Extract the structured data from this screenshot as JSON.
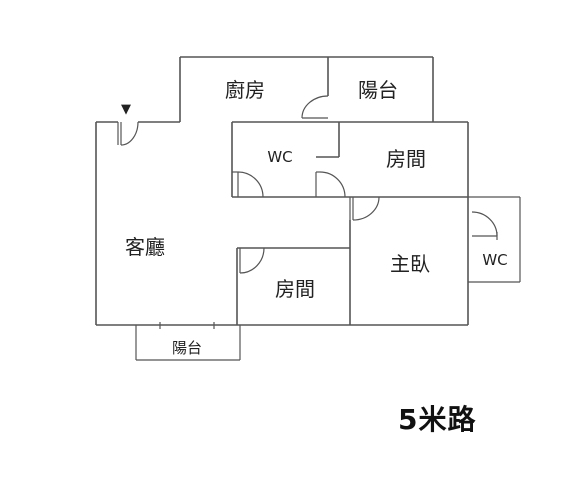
{
  "rooms": {
    "kitchen": "廚房",
    "balcony_top": "陽台",
    "wc_left": "WC",
    "bedroom_upper": "房間",
    "living_room": "客廳",
    "bedroom_lower": "房間",
    "master_bedroom": "主臥",
    "wc_right": "WC",
    "balcony_bottom": "陽台"
  },
  "street_label": "5米路",
  "entrance_marker": "▼"
}
